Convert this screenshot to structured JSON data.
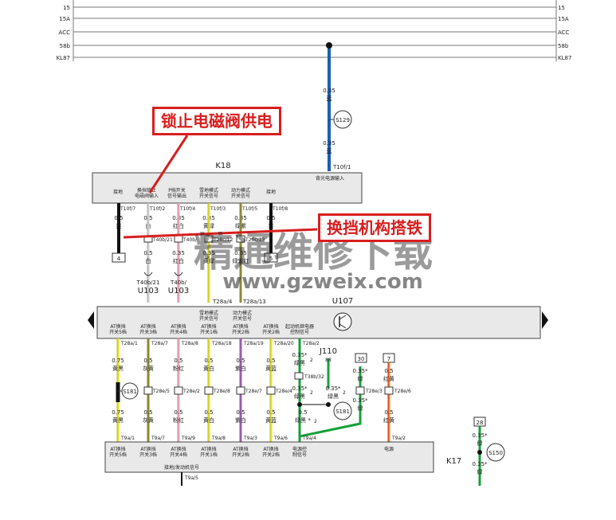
{
  "bus_lines": {
    "labels": [
      "15",
      "15A",
      "ACC",
      "58b",
      "KL87"
    ]
  },
  "top_wire": {
    "size1": "0.35",
    "color1": "蓝",
    "splice": "S129",
    "size2": "0.35",
    "color2": "蓝",
    "pin": "T10f/1"
  },
  "callouts": {
    "lock_solenoid": "锁止电磁阀供电",
    "shift_ground": "换挡机构搭铁"
  },
  "k18": {
    "name": "K18",
    "labels": {
      "ground": "接地",
      "shift_pos": "换挡锁止\n电磁阀输入",
      "p_switch": "P挡开关\n信号输出",
      "snow_mode": "雪地模式\n开关信号",
      "power_mode": "动力模式\n开关信号",
      "ground2": "接地",
      "backlight": "背光电源输入"
    },
    "pins": [
      "T10f/7",
      "T10f/2",
      "T10f/4",
      "T10f/3",
      "T10f/5",
      "T10f/8"
    ],
    "wires": [
      {
        "size": "0.5",
        "color": "黑",
        "ground_box": "4"
      },
      {
        "size": "0.5",
        "color": "白",
        "pin2": "T40b/21",
        "conn": "U103",
        "size2": "0.5",
        "color2": "白"
      },
      {
        "size": "0.35",
        "color": "红白",
        "pin2": "T40b/",
        "conn": "U103",
        "size2": "0.35",
        "color2": "红白"
      },
      {
        "size": "0.35",
        "color": "黄绿",
        "pin2": "T20c/12",
        "size2": "0.35",
        "color2": "黄绿"
      },
      {
        "size": "0.35",
        "color": "绿紫",
        "pin2": "T20c/13",
        "size2": "0.35",
        "color2": "绿紫红"
      },
      {
        "size": "0.5",
        "color": "黑",
        "ground_box": "5"
      }
    ]
  },
  "u107": {
    "name": "U107",
    "snow_label": "雪地模式\n开关信号",
    "power_label": "动力模式\n开关信号",
    "pins_top": [
      "T28a/4",
      "T28a/13"
    ],
    "bottom_labels": [
      "AT换挡\n开关5档",
      "AT换挡\n开关3档",
      "AT换挡\n开关4档",
      "AT换挡\n开关1档",
      "AT换挡\n开关2档",
      "AT换挡\n开关2档",
      "起动机继电器\n控制信号"
    ],
    "bottom_pins": [
      "T28a/1",
      "T28a/7",
      "T28a/8",
      "T28a/18",
      "T28a/19",
      "T28a/20",
      "T28a/2"
    ]
  },
  "mid": {
    "j110": "J110",
    "wire_sizes": [
      "0.75",
      "0.5",
      "0.5",
      "0.5",
      "0.5",
      "0.5"
    ],
    "wire_colors": [
      "黄黑",
      "灰黄",
      "粉红",
      "黄白",
      "紫白",
      "黄蓝"
    ],
    "splice": "S181",
    "inline_pins": [
      "T28e/5",
      "T28e/2",
      "T28e/8",
      "T28e/7",
      "T28e/4"
    ],
    "green_wire_1": {
      "size": "0.35",
      "color": "绿黑",
      "mark": "2"
    },
    "green_wire_2": {
      "size": "0.35",
      "color": "绿黑",
      "mark": "2"
    },
    "pin_88": "88",
    "pin_t38b": "T38b/32",
    "box_30": "30",
    "box_7": "7",
    "w30": {
      "size": "0.35",
      "color": "绿"
    },
    "w7": {
      "size": "0.5",
      "color": "红黄"
    },
    "t28e3": "T28e/3",
    "t28e6": "T28e/6",
    "s181b": "S181",
    "lower_sizes": [
      "0.75",
      "0.5",
      "0.5",
      "0.5",
      "0.5",
      "0.5"
    ],
    "lower_colors": [
      "黄黑",
      "灰黄",
      "粉红",
      "黄白",
      "紫白",
      "黄蓝"
    ],
    "green_lower": {
      "size": "0.5",
      "color": "绿黑",
      "mark": "2"
    },
    "green_r1": {
      "size": "0.35",
      "color": "绿黑",
      "mark": "2"
    },
    "green_r2": {
      "size": "0.35",
      "color": "绿"
    },
    "red_lower": {
      "size": "0.5",
      "color": "红黄"
    }
  },
  "k17": {
    "name": "K17",
    "pins": [
      "T9a/1",
      "T9a/7",
      "T9a/9",
      "T9a/8",
      "T9a/3",
      "T9a/6",
      "T9a/4",
      "T9a/2"
    ],
    "labels": [
      "AT换挡\n开关5档",
      "AT换挡\n开关3档",
      "AT换挡\n开关4档",
      "AT换挡\n开关1档",
      "AT换挡\n开关2档",
      "AT换挡\n开关2档",
      "电源控\n制信号",
      "电源"
    ],
    "ground_label": "接地/发动机信号",
    "ground_pin": "T9a/5"
  },
  "right_side": {
    "box": "28",
    "size1": "0.35",
    "color1": "绿",
    "splice": "S150",
    "size2": "0.35",
    "color2": "绿"
  },
  "watermark": {
    "text": "精通维修下载",
    "url": "www.gzweix.com"
  },
  "colors": {
    "blue": "#1a5fb4",
    "red": "#d81e1e",
    "green": "#16a03b",
    "yellow": "#e7e41b",
    "pink": "#f2a3b6",
    "purple": "#9b59b6",
    "olive": "#8a8a2a",
    "orange": "#f28c28",
    "box": "#e9e9e9"
  }
}
